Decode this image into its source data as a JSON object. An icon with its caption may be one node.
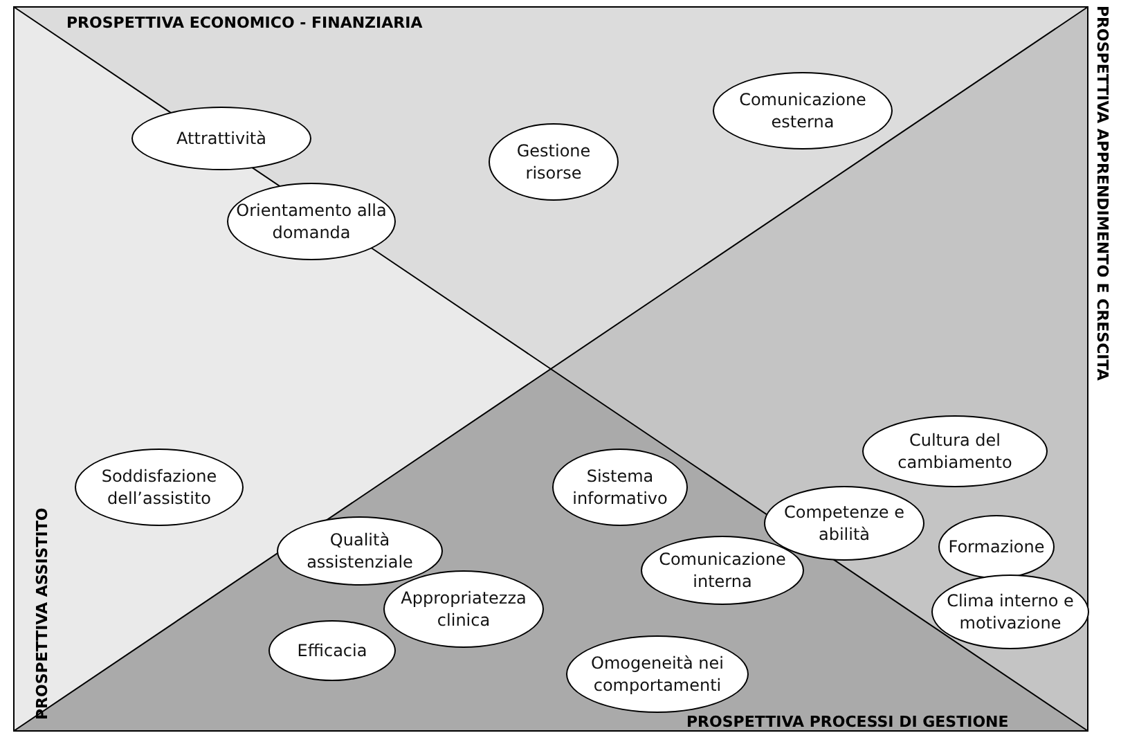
{
  "diagram": {
    "nodes": [
      {
        "text": [
          "Attrattività"
        ]
      },
      {
        "text": [
          "Gestione risorse"
        ]
      },
      {
        "text": [
          "Comunicazione esterna"
        ]
      },
      {
        "text": [
          "Orientamento alla domanda"
        ]
      },
      {
        "text": [
          "Soddisfazione dell’assistito"
        ]
      },
      {
        "text": [
          "Sistema informativo"
        ]
      },
      {
        "text": [
          "Cultura del cambiamento"
        ]
      },
      {
        "text": [
          "Competenze e abilità"
        ]
      },
      {
        "text": [
          "Formazione"
        ]
      },
      {
        "text": [
          "Qualità assistenziale"
        ]
      },
      {
        "text": [
          "Appropriatezza clinica"
        ]
      },
      {
        "text": [
          "Comunicazione interna"
        ]
      },
      {
        "text": [
          "Clima interno e motivazione"
        ]
      },
      {
        "text": [
          "Efficacia"
        ]
      },
      {
        "text": [
          "Omogeneità nei comportamenti"
        ]
      }
    ],
    "edges": [],
    "labels": [
      "PROSPETTIVA ECONOMICO - FINANZIARIA",
      "PROSPETTIVA APPRENDIMENTO E CRESCITA",
      "PROSPETTIVA ASSISTITO",
      "PROSPETTIVA PROCESSI DI GESTIONE"
    ]
  }
}
